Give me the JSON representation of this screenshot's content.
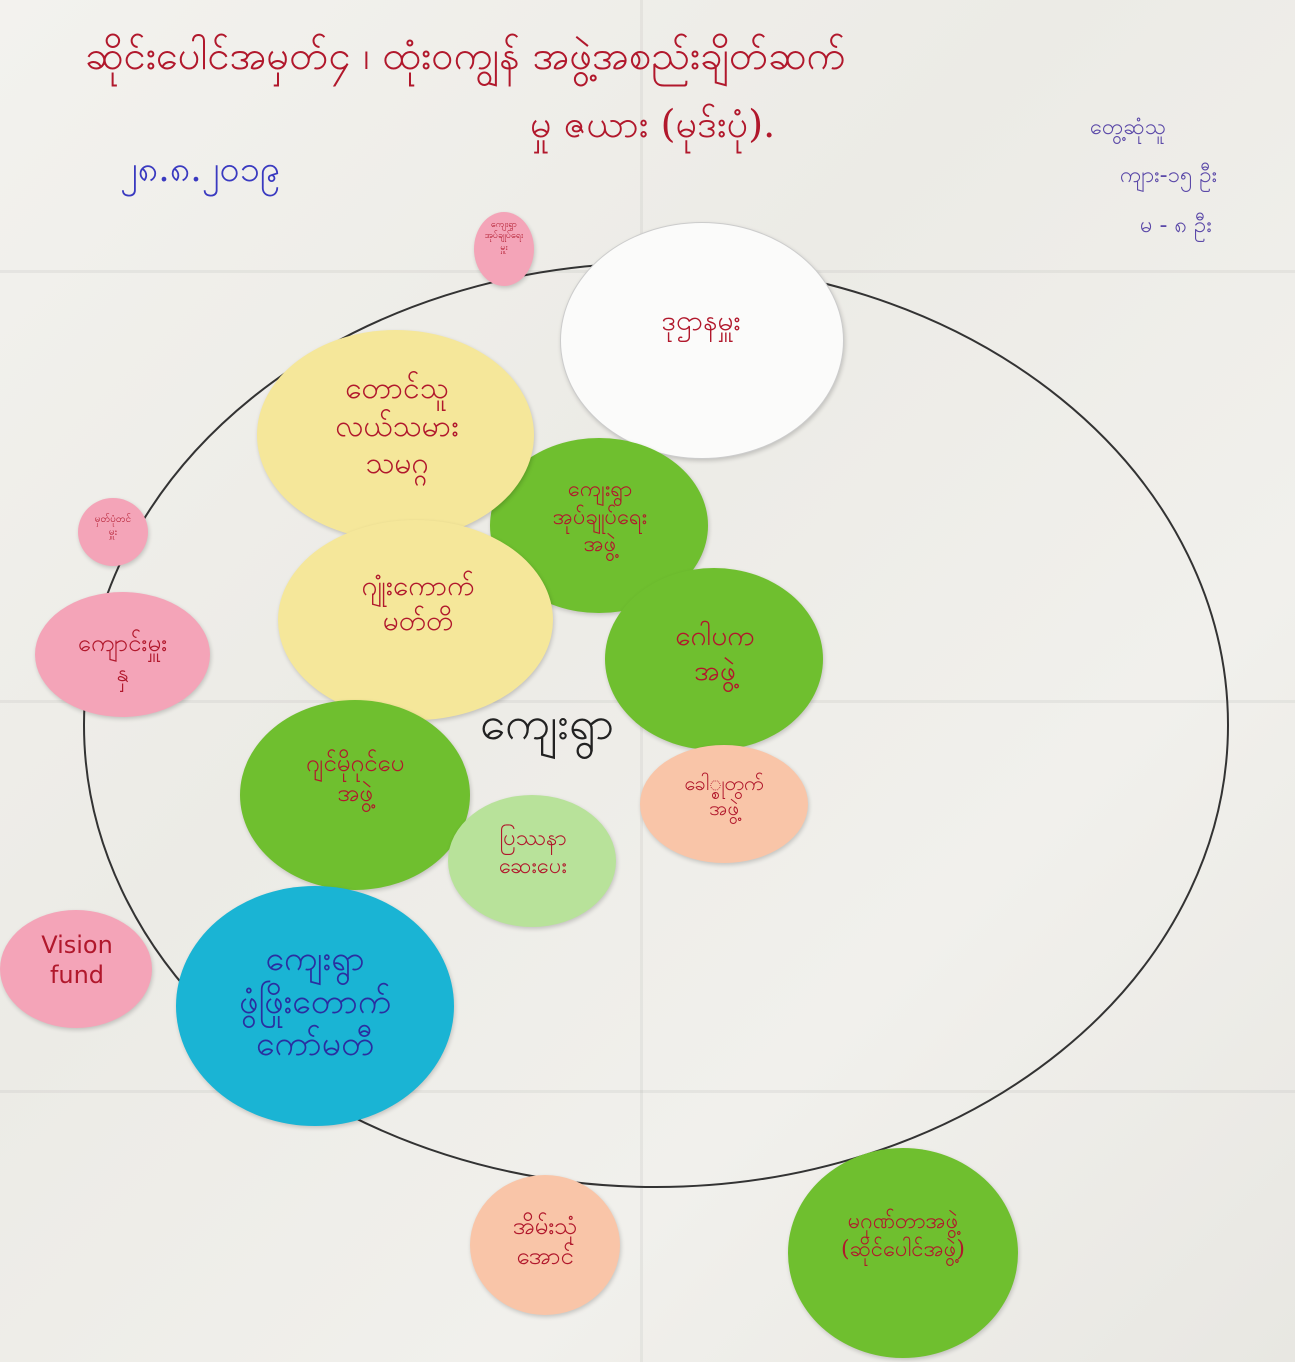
{
  "header": {
    "title_line1": "ဆိုင်းပေါင်အမှတ်၄ ၊ ထုံးဝကျွန် အဖွဲ့အစည်းချိတ်ဆက်",
    "title_line2": "မှု ဇယား (မုဒ်းပုံ).",
    "date": "၂၈.၈.၂၀၁၉"
  },
  "participants": {
    "heading": "တွေ့ဆုံသူ",
    "male": "ကျား-၁၅ ဦး",
    "female": "မ - ၈ ဦး"
  },
  "center_label": "ကျေးရွာ",
  "notes": [
    {
      "text": "ဒုဌာနမှူး",
      "color": "#ffffff"
    },
    {
      "text": "ကျေးရွာ\nအုပ်ချုပ်ရေး\nမှူး",
      "color": "#f4a4b8"
    },
    {
      "text": "တောင်သူ\nလယ်သမား\nသမဂ္ဂ",
      "color": "#f5e79a"
    },
    {
      "text": "ကျေးရွာ\nအုပ်ချုပ်ရေး\nအဖွဲ့",
      "color": "#6fbf2f"
    },
    {
      "text": "ဂျုံးကောက်\nမတ်တိ",
      "color": "#f5e79a"
    },
    {
      "text": "ဂေါပက\nအဖွဲ့",
      "color": "#6fbf2f"
    },
    {
      "text": "မှတ်ပုံတင်\nမှူး",
      "color": "#f4a4b8"
    },
    {
      "text": "ကျောင်းမှူး\nနှ",
      "color": "#f4a4b8"
    },
    {
      "text": "ဂျင်မိုဂုင်ပေ\nအဖွဲ့",
      "color": "#6fbf2f"
    },
    {
      "text": "ခေါ္စုတွက်\nအဖွဲ့",
      "color": "#f9c5a8"
    },
    {
      "text": "ပြဿနာ\nဆေးပေး",
      "color": "#b8e29a"
    },
    {
      "text": "Vision\nfund",
      "color": "#f4a4b8"
    },
    {
      "text": "ကျေးရွာ\nဖွံဖြိုးတောက်\nကော်မတီ",
      "color": "#1ab4d4"
    },
    {
      "text": "အိမ်းသုံ\nအောင်",
      "color": "#f9c5a8"
    },
    {
      "text": "မဂုဏ်တာအဖွဲ့\n(ဆိုင်ပေါင်အဖွဲ့)",
      "color": "#6fbf2f"
    }
  ],
  "colors": {
    "ink_red": "#b1182c",
    "ink_blue": "#3a3ac0",
    "ink_purple": "#5b49a8",
    "paper": "#efeeea"
  }
}
